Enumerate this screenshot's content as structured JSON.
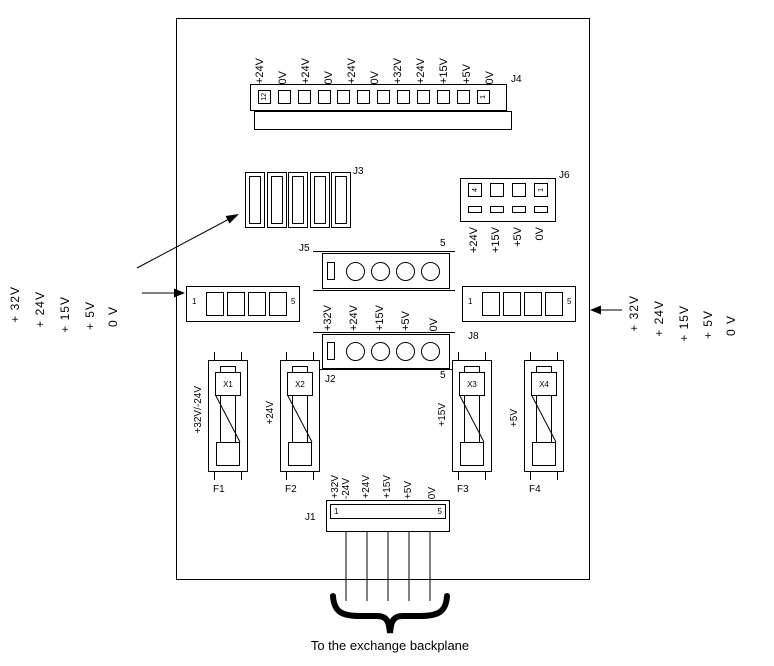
{
  "caption": "To the exchange backplane",
  "side_labels_left": [
    "+ 32V",
    "+ 24V",
    "+ 15V",
    "+ 5V",
    "0 V"
  ],
  "side_labels_right": [
    "+ 32V",
    "+ 24V",
    "+ 15V",
    "+ 5V",
    "0 V"
  ],
  "connectors": {
    "j1": {
      "name": "J1",
      "pin_first": "1",
      "pin_last": "5",
      "pin_labels": [
        "+32V",
        "-24V",
        "+24V",
        "+15V",
        "+5V",
        "0V"
      ]
    },
    "j2": {
      "name": "J2",
      "pin_last": "5",
      "pin_labels": [
        "+32V",
        "+24V",
        "+15V",
        "+5V",
        "0V"
      ]
    },
    "j3": {
      "name": "J3"
    },
    "j4": {
      "name": "J4",
      "pin_first": "12",
      "pin_last": "1",
      "pin_labels": [
        "+24V",
        "0V",
        "+24V",
        "0V",
        "+24V",
        "0V",
        "+32V",
        "+24V",
        "+15V",
        "+5V",
        "0V"
      ]
    },
    "j5": {
      "name": "J5",
      "pin_last": "5"
    },
    "j6": {
      "name": "J6",
      "pin_first": "4",
      "pin_last": "1",
      "pin_labels": [
        "+24V",
        "+15V",
        "+5V",
        "0V"
      ]
    },
    "left_connector": {
      "pin_first": "1",
      "pin_last": "5"
    },
    "j8": {
      "name": "J8",
      "pin_first": "1",
      "pin_last": "5"
    }
  },
  "fuses": [
    {
      "id": "X1",
      "label": "F1",
      "voltage": "+32V/-24V"
    },
    {
      "id": "X2",
      "label": "F2",
      "voltage": "+24V"
    },
    {
      "id": "X3",
      "label": "F3",
      "voltage": "+15V"
    },
    {
      "id": "X4",
      "label": "F4",
      "voltage": "+5V"
    }
  ]
}
